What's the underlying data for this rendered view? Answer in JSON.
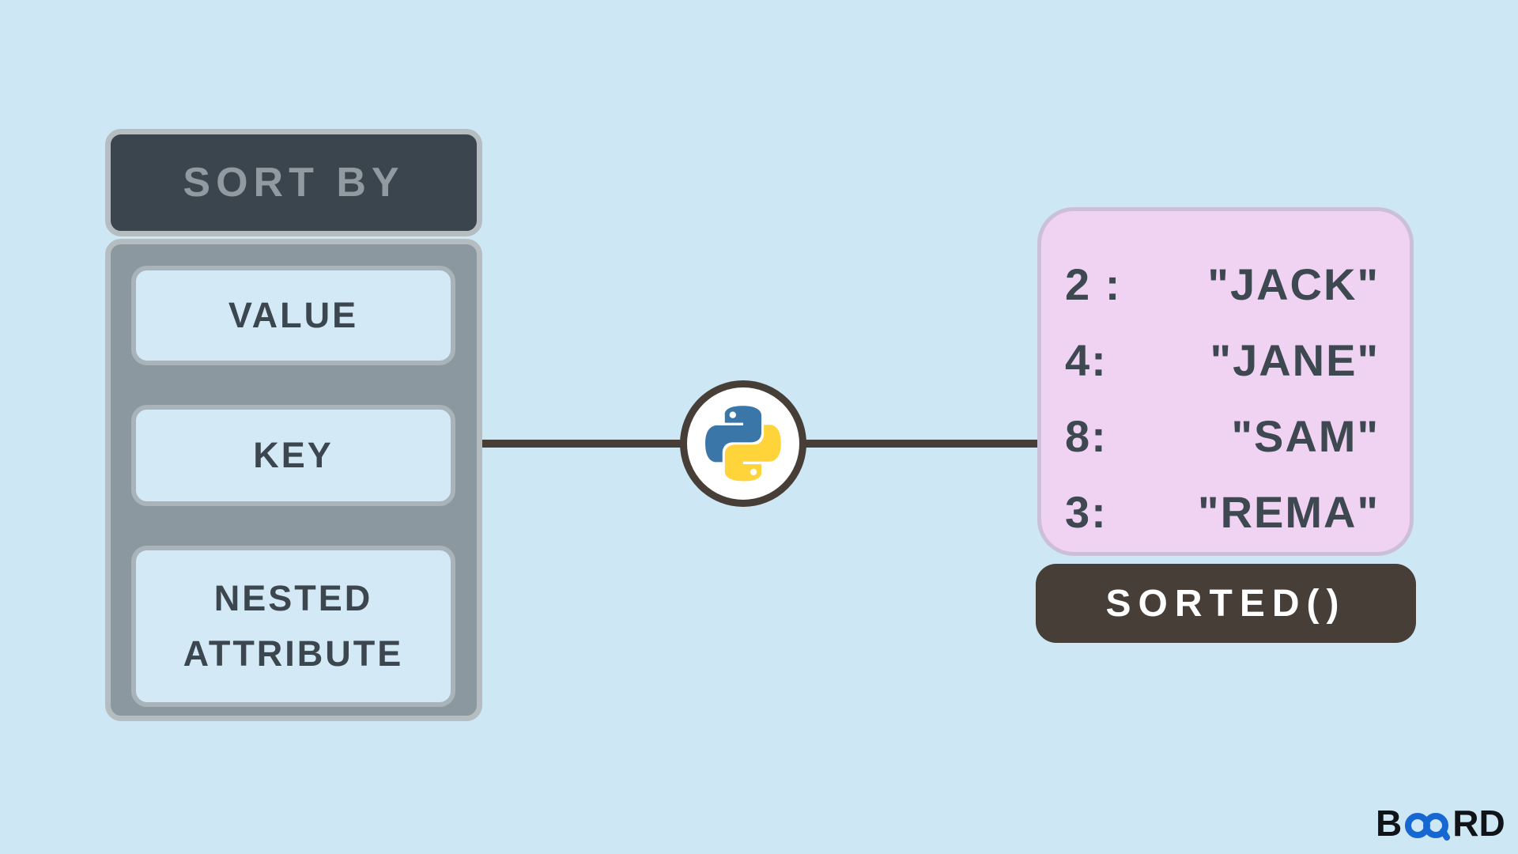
{
  "left_panel": {
    "header_label": "SORT BY",
    "options": [
      {
        "label": "VALUE"
      },
      {
        "label": "KEY"
      },
      {
        "label": "NESTED ATTRIBUTE"
      }
    ]
  },
  "center": {
    "icon": "python-logo"
  },
  "right_panel": {
    "dict_entries": [
      {
        "key": "2 :",
        "value": "\"JACK\""
      },
      {
        "key": "4:",
        "value": "\"JANE\""
      },
      {
        "key": "8:",
        "value": "\"SAM\""
      },
      {
        "key": "3:",
        "value": "\"REMA\""
      }
    ],
    "function_label": "SORTED()"
  },
  "branding": {
    "name": "BOARD",
    "prefix": "B",
    "suffix": "RD"
  },
  "colors": {
    "background": "#CDE7F5",
    "dark_slate": "#3B454E",
    "panel_gray": "#8C98A0",
    "light_box_fill": "#D3E9F6",
    "box_border_gray": "#A9B3BA",
    "pink_box_fill": "#F0D3F2",
    "pink_box_border": "#CCBFD8",
    "connector_brown": "#473E37",
    "sorted_button_bg": "#473E37",
    "python_blue": "#3B76A9",
    "python_yellow": "#FFD43B",
    "board_blue": "#1767D2"
  }
}
